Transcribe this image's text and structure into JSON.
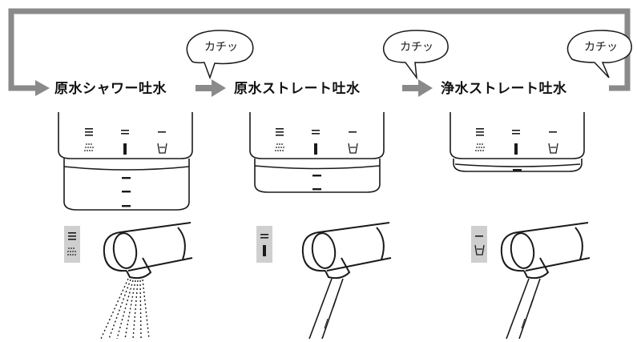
{
  "modes": [
    {
      "label": "原水シャワー吐水",
      "icon": "shower-icon"
    },
    {
      "label": "原水ストレート吐水",
      "icon": "straight-icon"
    },
    {
      "label": "浄水ストレート吐水",
      "icon": "cup-icon"
    }
  ],
  "click_sound": [
    "カチッ",
    "カチッ",
    "カチッ"
  ],
  "colors": {
    "cycle_arrow": "#8a8a8a",
    "icon_box": "#cfcfcf",
    "line": "#1a1a1a"
  }
}
